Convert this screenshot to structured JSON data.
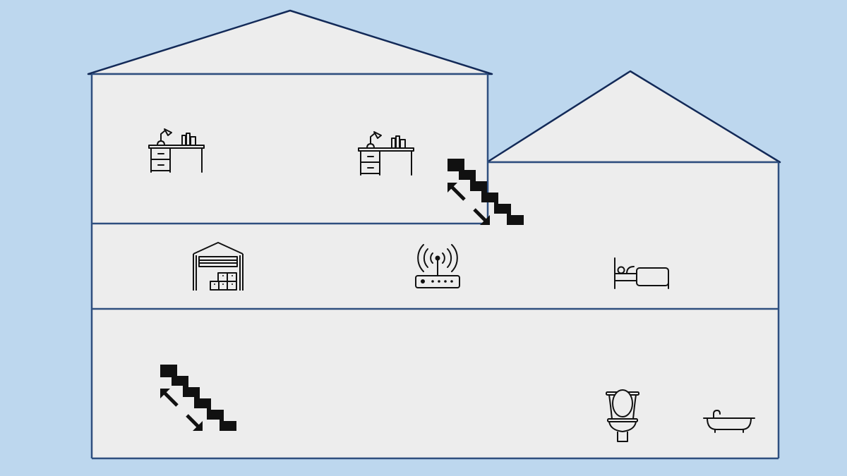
{
  "colors": {
    "sky": "#bdd7ee",
    "wall": "#ededed",
    "outline": "#2f4f7f",
    "roof_outline": "#132a58",
    "icon": "#111111"
  },
  "house": {
    "main_block": {
      "floors": [
        "upper-floor",
        "middle-floor",
        "ground-floor"
      ]
    },
    "side_wing": {
      "floors": [
        "wing-upper-floor"
      ]
    }
  },
  "icons": [
    {
      "name": "desk-icon",
      "room": "upper-floor-left"
    },
    {
      "name": "desk-icon",
      "room": "upper-floor-right"
    },
    {
      "name": "staircase-icon",
      "room": "upper-floor-to-wing"
    },
    {
      "name": "garage-storage-icon",
      "room": "middle-floor-left"
    },
    {
      "name": "wifi-router-icon",
      "room": "middle-floor-center"
    },
    {
      "name": "bed-icon",
      "room": "middle-floor-right"
    },
    {
      "name": "staircase-icon",
      "room": "ground-floor-left"
    },
    {
      "name": "toilet-icon",
      "room": "ground-floor-right"
    },
    {
      "name": "bathtub-icon",
      "room": "ground-floor-far-right"
    }
  ]
}
